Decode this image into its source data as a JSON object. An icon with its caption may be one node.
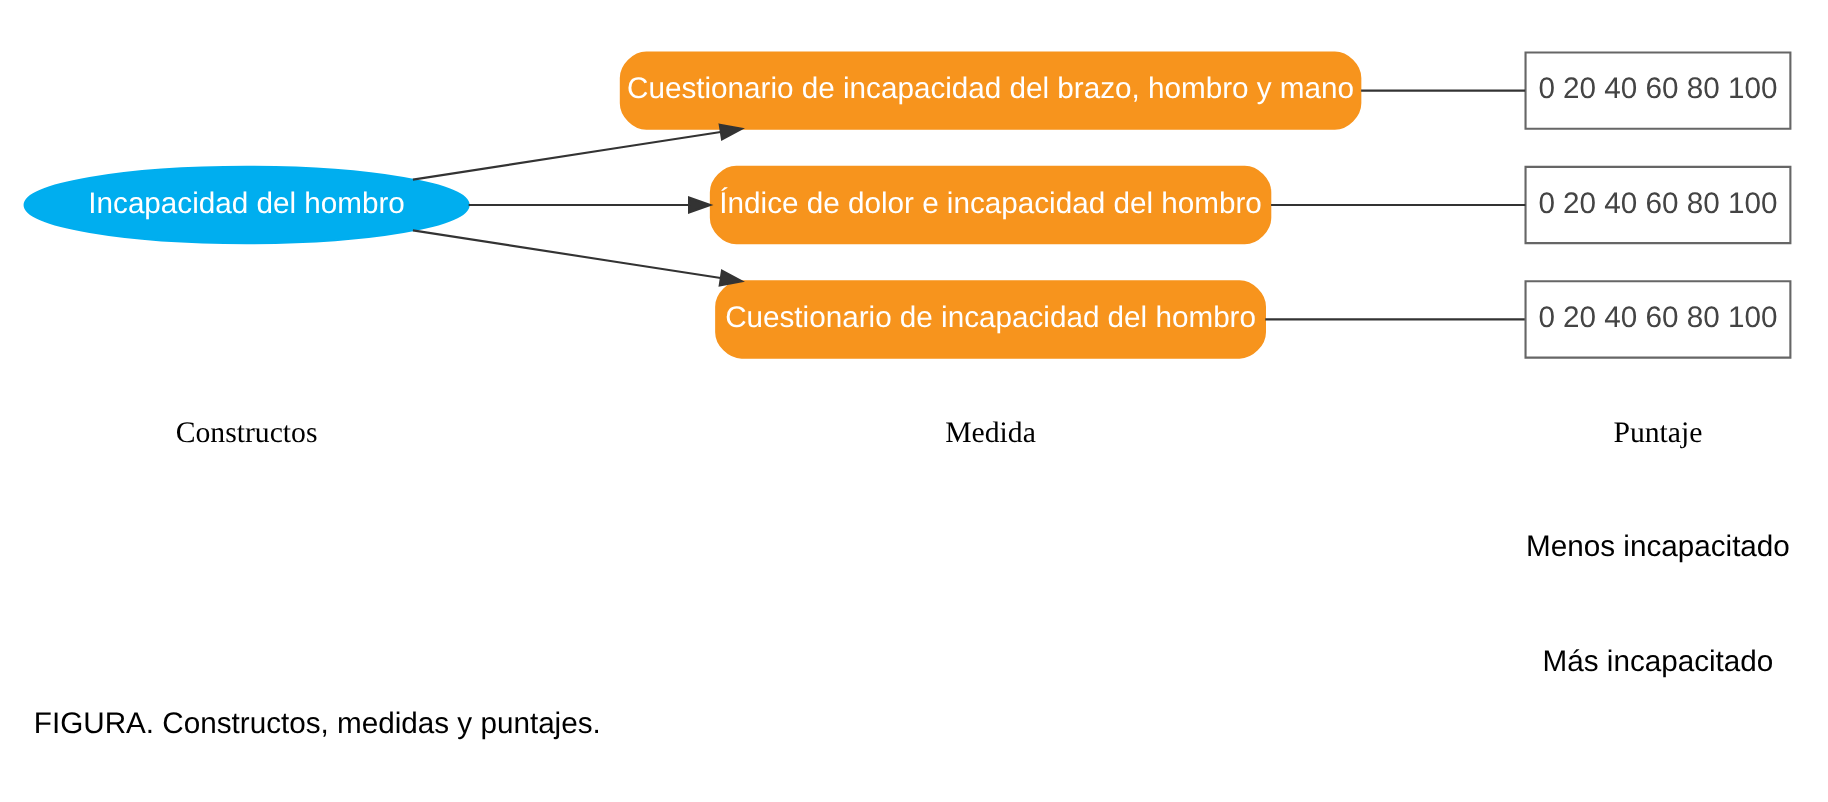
{
  "diagram": {
    "caption": "FIGURA. Constructos, medidas y puntajes.",
    "nodes": [
      {
        "text": [
          "Incapacidad del hombro"
        ]
      },
      {
        "text": [
          "Cuestionario de incapacidad del brazo, hombro y mano"
        ]
      },
      {
        "text": [
          "Índice de dolor e incapacidad del hombro"
        ]
      },
      {
        "text": [
          "Cuestionario de incapacidad del hombro"
        ]
      },
      {
        "text": [
          "0 20 40 60 80 100"
        ]
      },
      {
        "text": [
          "0 20 40 60 80 100"
        ]
      },
      {
        "text": [
          "0 20 40 60 80 100"
        ]
      }
    ],
    "edges": [
      {
        "from": 0,
        "to": 1,
        "arrow": "to"
      },
      {
        "from": 0,
        "to": 2,
        "arrow": "to"
      },
      {
        "from": 0,
        "to": 3,
        "arrow": "to"
      },
      {
        "from": 1,
        "to": 4,
        "arrow": "none"
      },
      {
        "from": 2,
        "to": 5,
        "arrow": "none"
      },
      {
        "from": 3,
        "to": 6,
        "arrow": "none"
      }
    ],
    "labels": [
      "Constructos",
      "Medida",
      "Puntaje",
      "Menos incapacitado",
      "Más incapacitado"
    ]
  }
}
